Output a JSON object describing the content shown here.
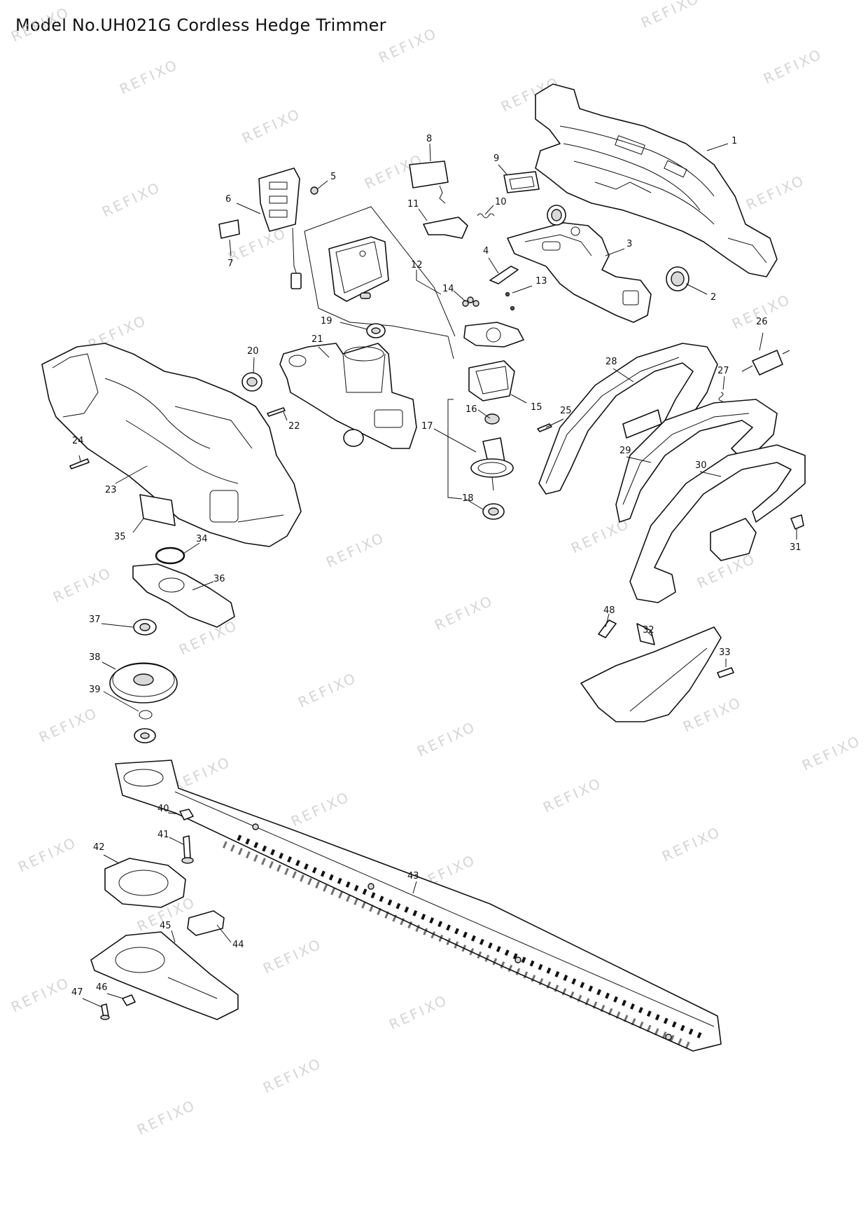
{
  "title": "Model No.UH021G Cordless Hedge Trimmer",
  "watermark": "REFIXO",
  "callouts": [
    "1",
    "2",
    "3",
    "4",
    "5",
    "6",
    "7",
    "8",
    "9",
    "10",
    "11",
    "12",
    "13",
    "14",
    "15",
    "16",
    "17",
    "18",
    "19",
    "20",
    "21",
    "22",
    "23",
    "24",
    "25",
    "26",
    "27",
    "28",
    "29",
    "30",
    "31",
    "32",
    "33",
    "34",
    "35",
    "36",
    "37",
    "38",
    "39",
    "40",
    "41",
    "42",
    "43",
    "44",
    "45",
    "46",
    "47",
    "48"
  ]
}
